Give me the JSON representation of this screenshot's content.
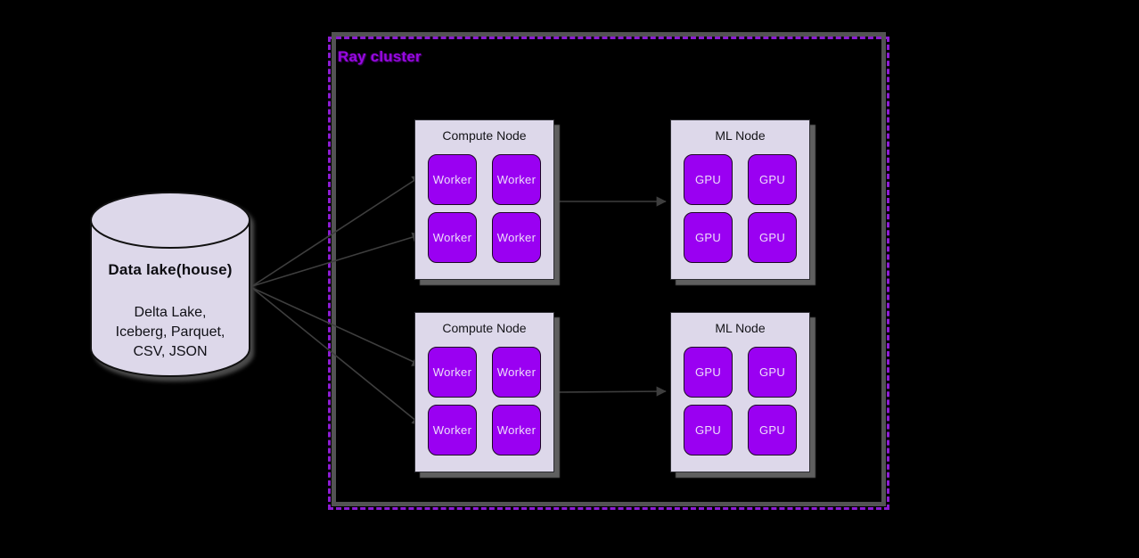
{
  "canvas": {
    "background": "#000000"
  },
  "data_lake": {
    "title": "Data lake(house)",
    "formats": "Delta Lake,\nIceberg, Parquet,\nCSV, JSON",
    "fill": "#ddd8ea",
    "stroke": "#111111"
  },
  "ray_cluster": {
    "title": "Ray cluster",
    "title_color": "#9708e0",
    "border_color": "#8d1bd4",
    "node_fill": "#ddd8ea",
    "unit_fill": "#9a00f2",
    "unit_text_color": "#eedcfa",
    "nodes": [
      {
        "title": "Compute Node",
        "units": [
          "Worker",
          "Worker",
          "Worker",
          "Worker"
        ]
      },
      {
        "title": "ML Node",
        "units": [
          "GPU",
          "GPU",
          "GPU",
          "GPU"
        ]
      },
      {
        "title": "Compute Node",
        "units": [
          "Worker",
          "Worker",
          "Worker",
          "Worker"
        ]
      },
      {
        "title": "ML Node",
        "units": [
          "GPU",
          "GPU",
          "GPU",
          "GPU"
        ]
      }
    ]
  }
}
